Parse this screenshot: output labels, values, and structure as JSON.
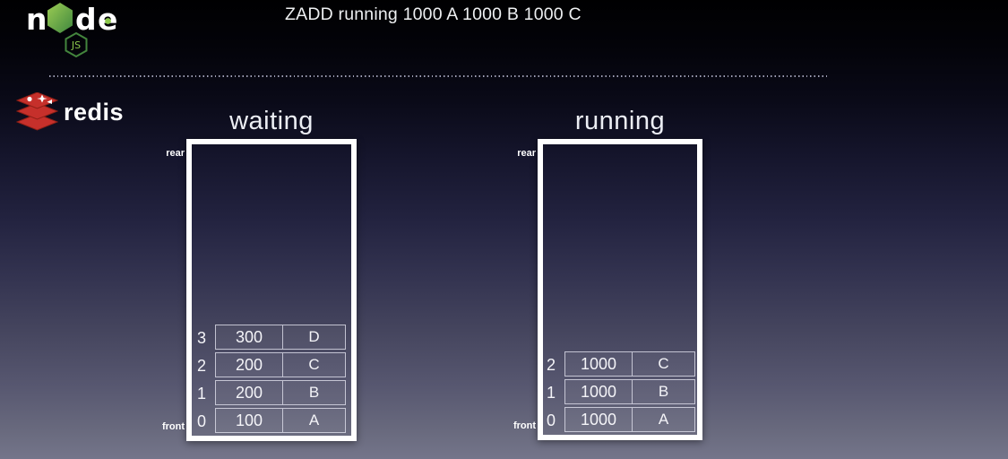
{
  "slide_title": "ZADD running 1000 A 1000 B 1000 C",
  "node_logo": {
    "letters": [
      "n",
      "d",
      "e"
    ],
    "badge": "JS"
  },
  "redis_logo": {
    "label": "redis"
  },
  "queues": [
    {
      "id": "waiting",
      "title": "waiting",
      "rear": "rear",
      "front": "front",
      "rows": [
        {
          "index": "3",
          "score": "300",
          "member": "D"
        },
        {
          "index": "2",
          "score": "200",
          "member": "C"
        },
        {
          "index": "1",
          "score": "200",
          "member": "B"
        },
        {
          "index": "0",
          "score": "100",
          "member": "A"
        }
      ]
    },
    {
      "id": "running",
      "title": "running",
      "rear": "rear",
      "front": "front",
      "rows": [
        {
          "index": "2",
          "score": "1000",
          "member": "C"
        },
        {
          "index": "1",
          "score": "1000",
          "member": "B"
        },
        {
          "index": "0",
          "score": "1000",
          "member": "A"
        }
      ]
    }
  ],
  "colors": {
    "node_green_light": "#9ccc53",
    "node_green_dark": "#3f873f",
    "node_badge_green": "#8cc84b",
    "redis_red": "#c6302b",
    "redis_red_dark": "#8f1f16",
    "box_border": "#ffffff",
    "cell_border": "#dededf",
    "text_light": "#f4f4f8"
  }
}
